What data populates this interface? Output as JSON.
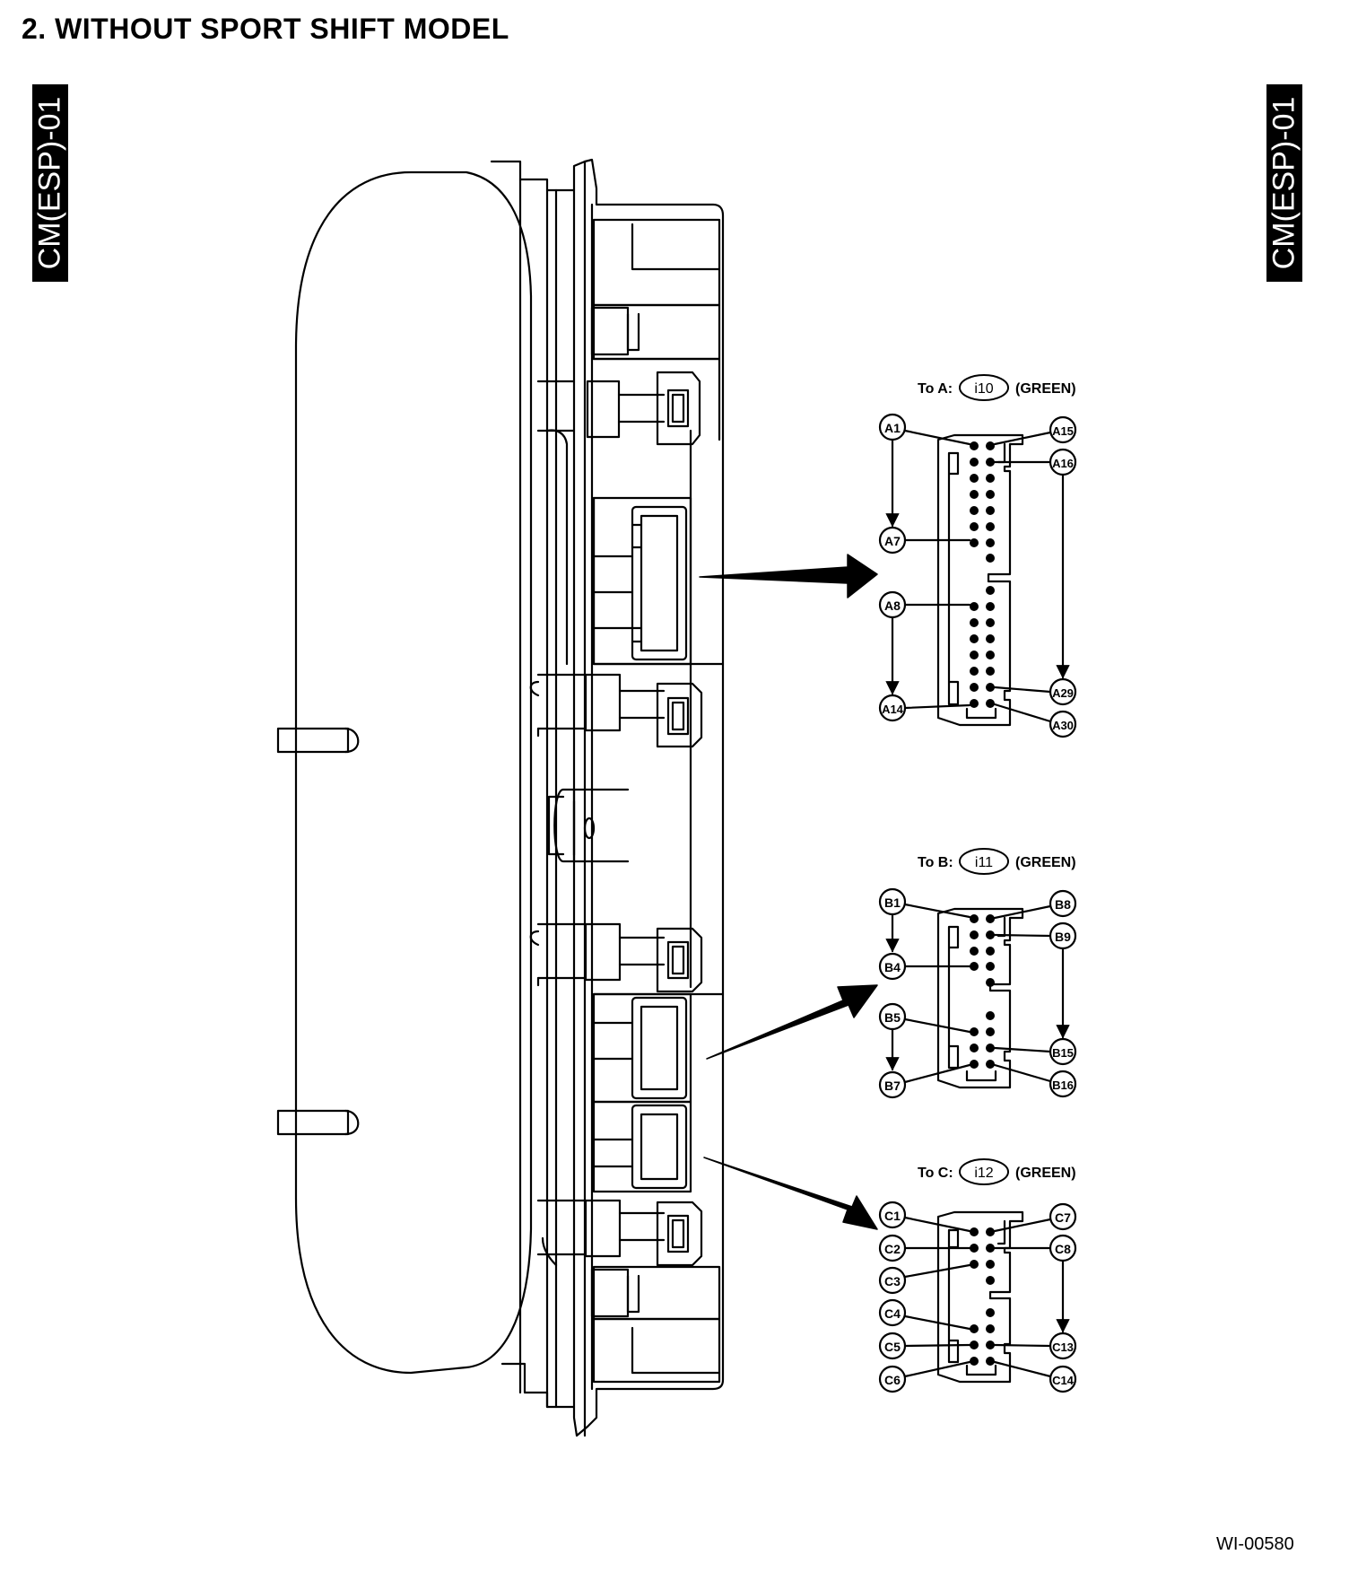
{
  "heading": "2.  WITHOUT SPORT SHIFT MODEL",
  "side_tab": "CM(ESP)-01",
  "figure_id": "WI-00580",
  "connectors": [
    {
      "to": "To A:",
      "code": "i10",
      "color": "(GREEN)",
      "left_labels": [
        "A1",
        "A7",
        "A8",
        "A14"
      ],
      "right_labels": [
        "A15",
        "A16",
        "A29",
        "A30"
      ]
    },
    {
      "to": "To B:",
      "code": "i11",
      "color": "(GREEN)",
      "left_labels": [
        "B1",
        "B4",
        "B5",
        "B7"
      ],
      "right_labels": [
        "B8",
        "B9",
        "B15",
        "B16"
      ]
    },
    {
      "to": "To C:",
      "code": "i12",
      "color": "(GREEN)",
      "left_labels": [
        "C1",
        "C2",
        "C3",
        "C4",
        "C5",
        "C6"
      ],
      "right_labels": [
        "C7",
        "C8",
        "C13",
        "C14"
      ]
    }
  ]
}
